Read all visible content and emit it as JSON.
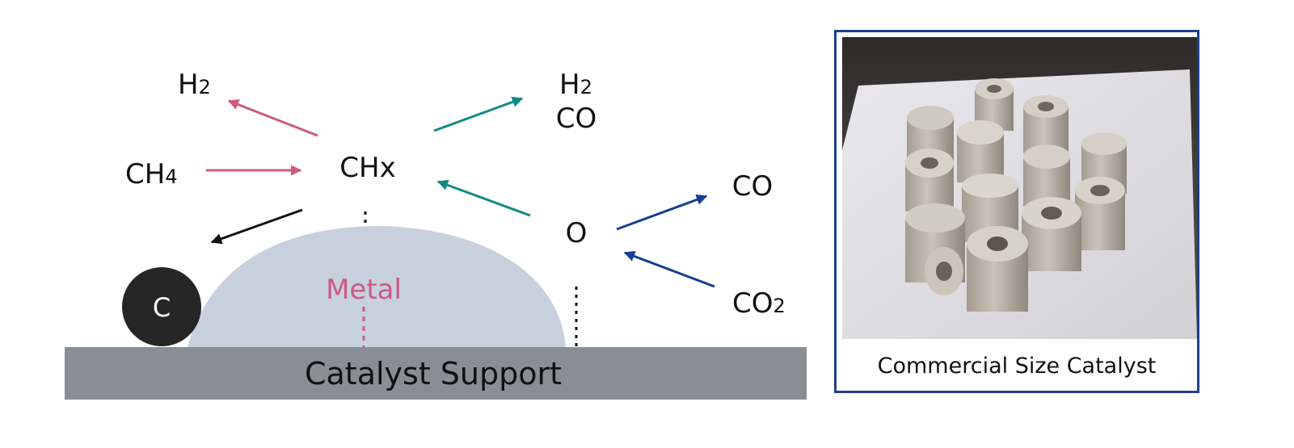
{
  "diagram": {
    "species": {
      "h2_top": {
        "main": "H",
        "sub": "2"
      },
      "ch4": {
        "main": "CH",
        "sub": "4"
      },
      "chx": "CHx",
      "h2_right": {
        "main": "H",
        "sub": "2"
      },
      "co_upper": "CO",
      "co_right": "CO",
      "oxygen": "O",
      "co2": {
        "main": "CO",
        "sub": "2"
      }
    },
    "carbon": "C",
    "metal": "Metal",
    "support": "Catalyst Support"
  },
  "photo_panel": {
    "caption": "Commercial Size Catalyst"
  },
  "colors": {
    "pink": "#cc5a85",
    "teal": "#128a82",
    "navy": "#143f8f",
    "black": "#111111",
    "metal_fill": "#c7d1dd",
    "support_fill": "#878e96",
    "carbon_fill": "#262626",
    "panel_border": "#1c3f8c"
  }
}
